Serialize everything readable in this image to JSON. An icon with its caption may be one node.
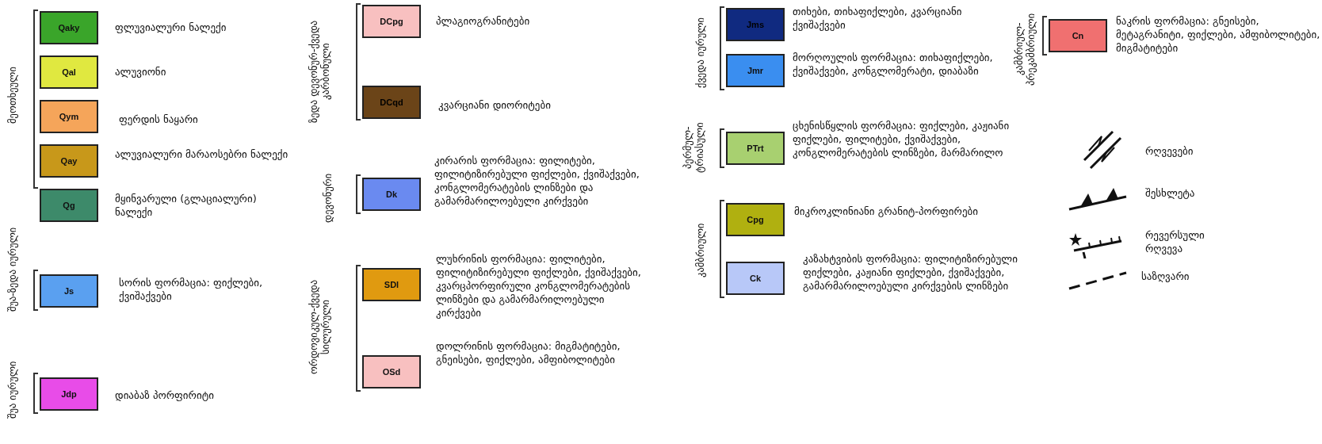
{
  "diagram": {
    "nodes": [
      {
        "text": [
          "Qaky"
        ],
        "beside": [
          "ფლუვიალური ნალექი"
        ]
      },
      {
        "text": [
          "Qal"
        ],
        "beside": [
          "ალუვიონი"
        ]
      },
      {
        "text": [
          "Qym"
        ],
        "beside": [
          "ფერდის ნაყარი"
        ]
      },
      {
        "text": [
          "Qay"
        ],
        "beside": [
          "ალუვიალური მარაოსებრი ნალექი"
        ]
      },
      {
        "text": [
          "Qg"
        ],
        "beside": [
          "მყინვარული (გლაციალური) ნალექი"
        ]
      },
      {
        "text": [
          "Js"
        ],
        "beside": [
          "სორის ფორმაცია: ფიქლები, ქვიშაქვები"
        ]
      },
      {
        "text": [
          "Jdp"
        ],
        "beside": [
          "დიაბაზ პორფირიტი"
        ]
      },
      {
        "text": [
          "DCpg"
        ],
        "beside": [
          "პლაგიოგრანიტები"
        ]
      },
      {
        "text": [
          "DCqd"
        ],
        "beside": [
          "კვარციანი დიორიტები"
        ]
      },
      {
        "text": [
          "Dk"
        ],
        "beside": [
          "კირარის ფორმაცია: ფილიტები, ფილიტიზირებული ფიქლები, ქვიშაქვები, კონგლომერატების ლინზები და გამარმარილოებული კირქვები"
        ]
      },
      {
        "text": [
          "SDl"
        ],
        "beside": [
          "ლუხრინის ფორმაცია: ფილიტები, ფილიტიზირებული ფიქლები, ქვიშაქვები, კვარცპორფირული კონგლომერატების ლინზები და გამარმარილოებული კირქვები"
        ]
      },
      {
        "text": [
          "OSd"
        ],
        "beside": [
          "დოლრინის ფორმაცია: მიგმატიტები, გნეისები, ფიქლები, ამფიბოლიტები"
        ]
      },
      {
        "text": [
          "Jms"
        ],
        "beside": [
          "თიხები, თიხაფიქლები, კვარციანი ქვიშაქვები"
        ]
      },
      {
        "text": [
          "Jmr"
        ],
        "beside": [
          "მორღოულის ფორმაცია: თიხაფიქლები, ქვიშაქვები, კონგლომერატი, დიაბაზი"
        ]
      },
      {
        "text": [
          "PTrt"
        ],
        "beside": [
          "ცხენისწყლის ფორმაცია: ფიქლები, კაჟიანი ფიქლები, ფილიტები, ქვიშაქვები, კონგლომერატების ლინზები, მარმარილო"
        ]
      },
      {
        "text": [
          "Cpg"
        ],
        "beside": [
          "მიკროკლინიანი გრანიტ-პორფირები"
        ]
      },
      {
        "text": [
          "Ck"
        ],
        "beside": [
          "კაზახტვიბის ფორმაცია: ფილიტიზირებული ფიქლები, კაჟიანი ფიქლები, ქვიშაქვები, გამარმარილოებული კირქვების ლინზები"
        ]
      },
      {
        "text": [
          "Cn"
        ],
        "beside": [
          "ნაკრის ფორმაცია: გნეისები, მეტაგრანიტი, ფიქლები, ამფიბოლიტები, მიგმატიტები"
        ]
      }
    ],
    "labels": [
      "მეოთხეული",
      "შუა-ზედა იურული",
      "შუა იურული",
      "ზედა დევონურ-ქვედა კარბონული",
      "დევონური",
      "ორდოვიკულ-ქვედა სილურული",
      "ქვედა იურული",
      "პერმულ-ტრიასული",
      "კამბრიული",
      "კამბრიულ-პრეკამბრიული"
    ],
    "legend": [
      {
        "text": "რღვევები"
      },
      {
        "text": "შესხლეტა"
      },
      {
        "text": "რევერსული რღვევა"
      },
      {
        "text": "საზღვარი"
      }
    ]
  }
}
